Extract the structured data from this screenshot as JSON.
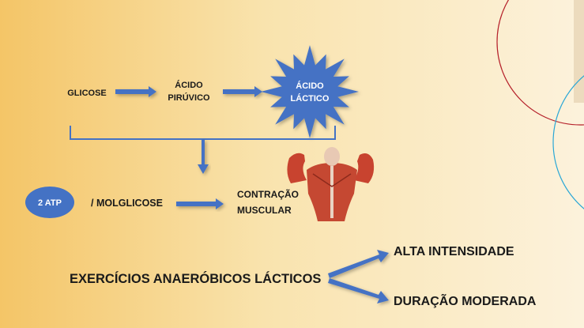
{
  "colors": {
    "shape_blue": "#4472c4",
    "bg_left": "#f4c567",
    "bg_right": "#fcf2dc",
    "circle_red": "#b5202a",
    "circle_blue": "#2aa7d6"
  },
  "top_row": {
    "glicose": "GLICOSE",
    "acido_piruvico": [
      "ÁCIDO",
      "PIRÚVICO"
    ],
    "acido_lactico": [
      "ÁCIDO",
      "LÁCTICO"
    ]
  },
  "middle_row": {
    "atp": "2 ATP",
    "molglicose": "/ MOLGLICOSE",
    "contracao": [
      "CONTRAÇÃO",
      "MUSCULAR"
    ]
  },
  "bottom": {
    "main": "EXERCÍCIOS ANAERÓBICOS LÁCTICOS",
    "branch_1": "ALTA INTENSIDADE",
    "branch_2": "DURAÇÃO MODERADA"
  }
}
